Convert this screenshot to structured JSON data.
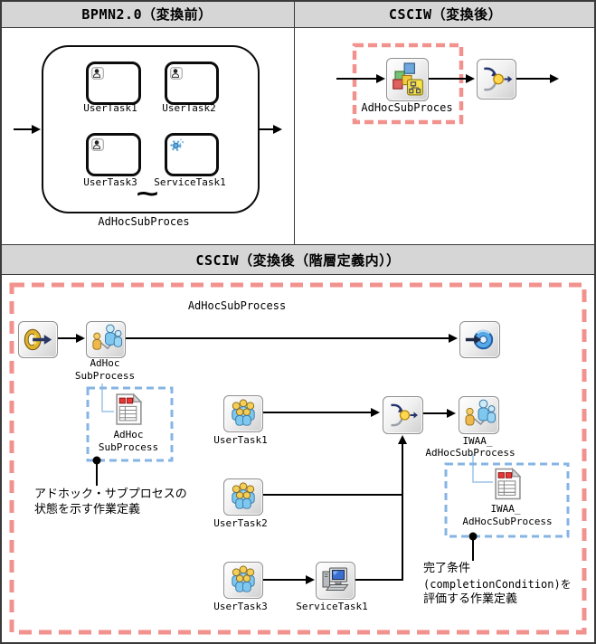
{
  "bpmn": {
    "header": "BPMN2.0（変換前）",
    "user_task1": "UserTask1",
    "user_task2": "UserTask2",
    "user_task3": "UserTask3",
    "service_task1": "ServiceTask1",
    "tilde": "~",
    "subprocess_label": "AdHocSubProces"
  },
  "csciw": {
    "header": "CSCIW（変換後）",
    "subprocess_label": "AdHocSubProces"
  },
  "detail": {
    "header": "CSCIW（変換後（階層定義内））",
    "title": "AdHocSubProcess",
    "adhoc_node": {
      "line1": "AdHoc",
      "line2": "SubProcess"
    },
    "adhoc_workdef": {
      "line1": "AdHoc",
      "line2": "SubProcess"
    },
    "callout_state": {
      "line1": "アドホック・サブプロセスの",
      "line2": "状態を示す作業定義"
    },
    "user_task1": "UserTask1",
    "user_task2": "UserTask2",
    "user_task3": "UserTask3",
    "service_task1": "ServiceTask1",
    "iwaa_node": {
      "line1": "IWAA_",
      "line2": "AdHocSubProcess"
    },
    "iwaa_workdef": {
      "line1": "IWAA_",
      "line2": "AdHocSubProcess"
    },
    "callout_completion": {
      "line1": "完了条件",
      "line2": "(completionCondition)を",
      "line3": "評価する作業定義"
    }
  },
  "colors": {
    "highlight_pink": "#F2928E",
    "workdef_blue": "#86B4E4",
    "header_bg": "#D6D6D6",
    "border": "#3A3A3A"
  }
}
